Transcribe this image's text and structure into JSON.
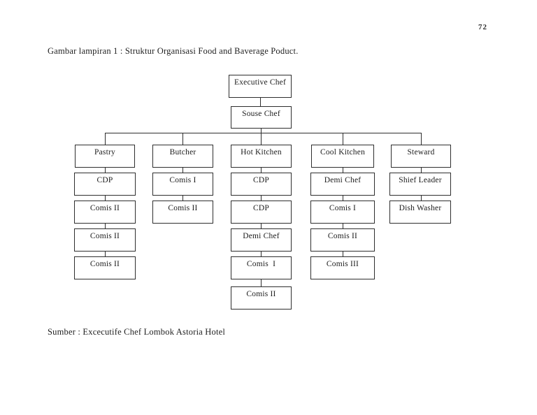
{
  "page": {
    "number": "72",
    "caption": "Gambar lampiran 1 : Struktur Organisasi Food and Baverage Poduct.",
    "source": "Sumber : Excecutife Chef Lombok Astoria Hotel"
  },
  "org_chart": {
    "root": "Executive Chef",
    "deputy": "Souse Chef",
    "departments": [
      {
        "name": "Pastry",
        "subordinates": [
          "CDP",
          "Comis II",
          "Comis II",
          "Comis II"
        ]
      },
      {
        "name": "Butcher",
        "subordinates": [
          "Comis I",
          "Comis II"
        ]
      },
      {
        "name": "Hot Kitchen",
        "subordinates": [
          "CDP",
          "CDP",
          "Demi Chef",
          "Comis  I",
          "Comis II"
        ]
      },
      {
        "name": "Cool Kitchen",
        "subordinates": [
          "Demi Chef",
          "Comis I",
          "Comis II",
          "Comis III"
        ]
      },
      {
        "name": "Steward",
        "subordinates": [
          "Shief Leader",
          "Dish Washer"
        ]
      }
    ]
  }
}
